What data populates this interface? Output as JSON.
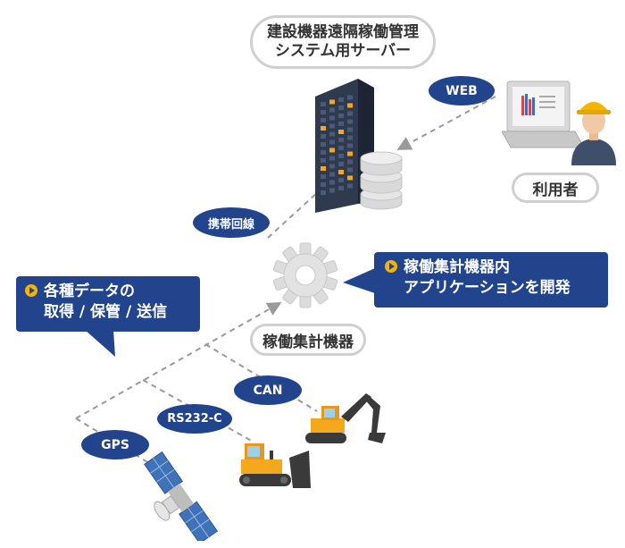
{
  "server_label": [
    "建設機器遠隔稼働管理",
    "システム用サーバー"
  ],
  "user_label": "利用者",
  "device_label": "稼働集計機器",
  "callout_left": [
    "各種データの",
    "取得 / 保管 / 送信"
  ],
  "callout_right": [
    "稼働集計機器内",
    "アプリケーションを開発"
  ],
  "pills": {
    "web": "WEB",
    "mobile": "携帯回線",
    "can": "CAN",
    "rs232c": "RS232-C",
    "gps": "GPS"
  },
  "colors": {
    "navy": "#21448c",
    "accent_yellow": "#f5b400",
    "machine_orange": "#f4a81d",
    "dashed_line": "#999999",
    "outline_gray": "#cfcfcf"
  },
  "icons": [
    "server-building-icon",
    "database-icon",
    "worker-laptop-icon",
    "gear-icon",
    "excavator-icon",
    "bulldozer-icon",
    "satellite-icon"
  ]
}
